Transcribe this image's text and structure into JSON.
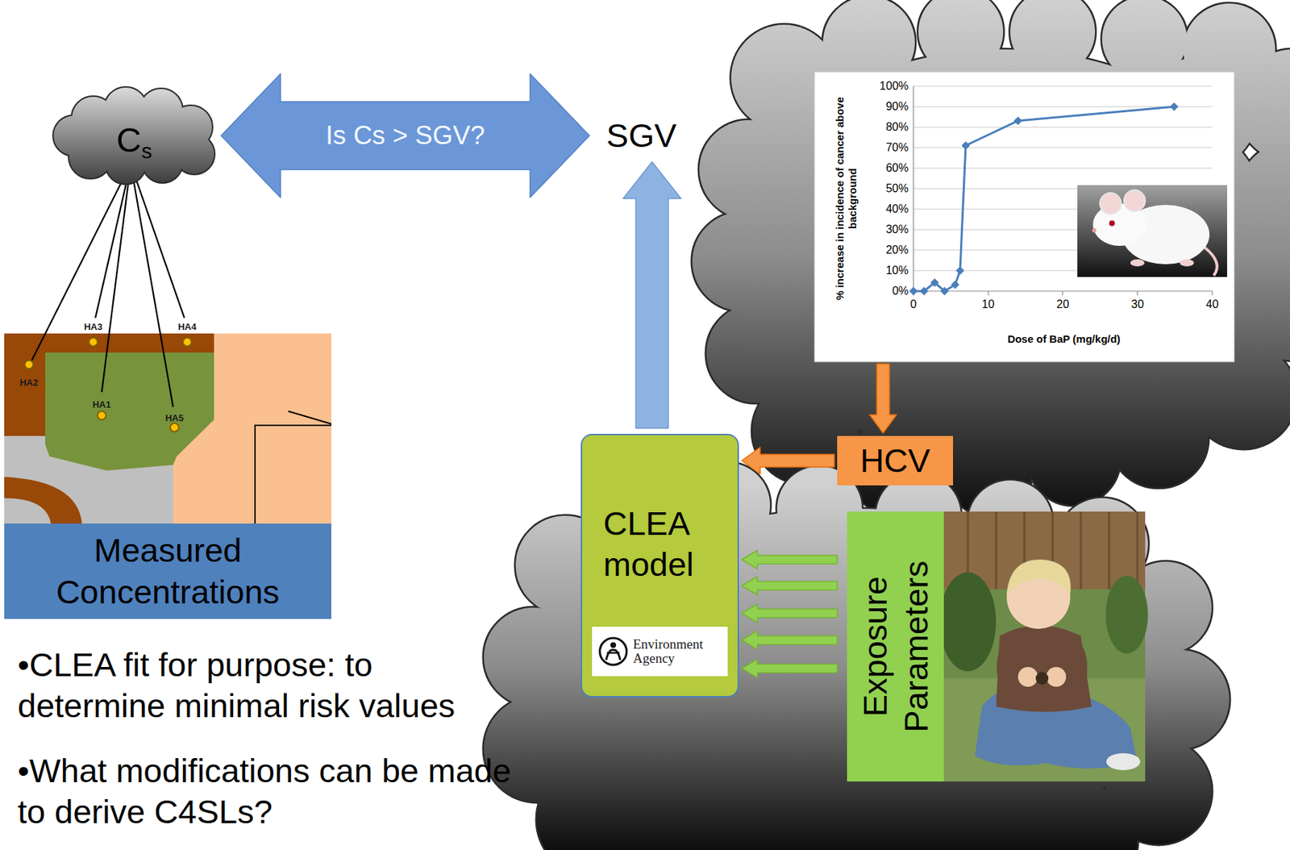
{
  "diagram": {
    "nodes": [
      {
        "text": [
          "C",
          "s"
        ]
      },
      {
        "text": [
          "SGV"
        ]
      },
      {
        "text": [
          "% increase in incidence of cancer above background",
          "Dose of BaP (mg/kg/d)"
        ]
      },
      {
        "text": [
          "Measured Concentrations"
        ]
      },
      {
        "text": [
          "HCV"
        ]
      },
      {
        "text": [
          "CLEA model"
        ]
      },
      {
        "text": [
          "Environment Agency"
        ],
        "in": 5
      },
      {
        "text": [
          "Exposure Parameters"
        ]
      }
    ],
    "edges": [
      {
        "from": 0,
        "to": 1,
        "label": "Is Cs > SGV?",
        "arrow": "both"
      },
      {
        "from": 5,
        "to": 1,
        "arrow": "to"
      },
      {
        "from": 2,
        "to": 4,
        "arrow": "to"
      },
      {
        "from": 4,
        "to": 5,
        "arrow": "to"
      },
      {
        "from": 7,
        "to": 5,
        "arrow": "to"
      },
      {
        "from": 7,
        "to": 5,
        "arrow": "to"
      },
      {
        "from": 7,
        "to": 5,
        "arrow": "to"
      },
      {
        "from": 7,
        "to": 5,
        "arrow": "to"
      },
      {
        "from": 7,
        "to": 5,
        "arrow": "to"
      }
    ],
    "labels": [
      "HA3",
      "HA4",
      "HA2",
      "HA1",
      "HA5",
      "100%",
      "90%",
      "80%",
      "70%",
      "60%",
      "50%",
      "40%",
      "30%",
      "20%",
      "10%",
      "0%",
      "0",
      "10",
      "20",
      "30",
      "40",
      "•CLEA fit for purpose: to determine minimal risk values",
      "•What modifications can be made to derive C4SLs?"
    ]
  }
}
